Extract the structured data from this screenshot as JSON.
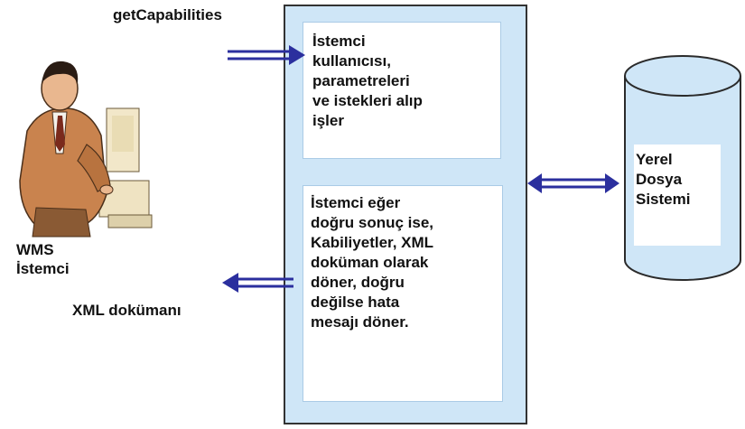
{
  "request": {
    "label": "getCapabilities"
  },
  "client": {
    "label_line1": "WMS",
    "label_line2": "İstemci"
  },
  "response": {
    "label": "XML dokümanı"
  },
  "server": {
    "box1_lines": [
      "İstemci",
      "kullanıcısı,",
      "parametreleri",
      "ve istekleri alıp",
      "işler"
    ],
    "box2_lines": [
      "İstemci eğer",
      "doğru sonuç ise,",
      "Kabiliyetler, XML",
      "doküman olarak",
      "döner, doğru",
      "değilse hata",
      "mesajı döner."
    ]
  },
  "database": {
    "lines": [
      "Yerel",
      "Dosya",
      "Sistemi"
    ]
  },
  "colors": {
    "arrow": "#2b2f9e",
    "panel": "#cfe6f7",
    "cylinder": "#cfe6f7",
    "cylinder_stroke": "#2b2b2b"
  },
  "icons": {
    "client": "person-at-computer-icon"
  }
}
